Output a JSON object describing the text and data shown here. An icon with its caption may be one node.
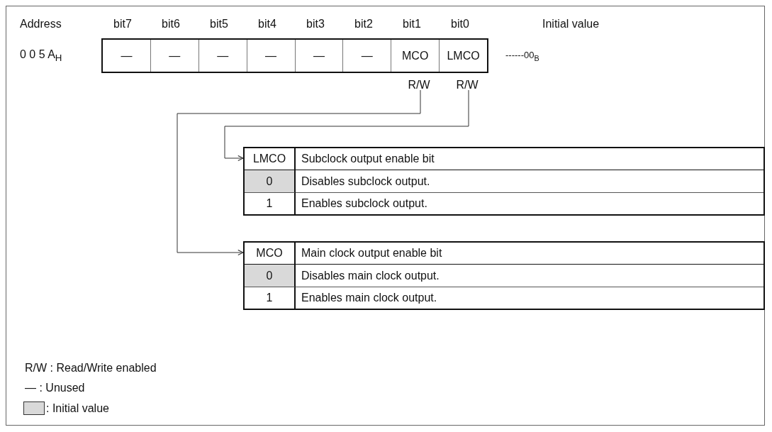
{
  "diagram": {
    "nodes": [
      {
        "text": [
          "—"
        ]
      },
      {
        "text": [
          "—"
        ]
      },
      {
        "text": [
          "—"
        ]
      },
      {
        "text": [
          "—"
        ]
      },
      {
        "text": [
          "—"
        ]
      },
      {
        "text": [
          "—"
        ]
      },
      {
        "text": [
          "MCO"
        ]
      },
      {
        "text": [
          "LMCO"
        ]
      },
      {
        "text": [
          "R/W"
        ]
      },
      {
        "text": [
          "R/W"
        ]
      },
      {
        "text": [
          "LMCO",
          "Subclock output enable bit",
          "0",
          "Disables subclock output.",
          "1",
          "Enables subclock output."
        ]
      },
      {
        "text": [
          "MCO",
          "Main clock output enable bit",
          "0",
          "Disables main clock output.",
          "1",
          "Enables main clock output."
        ]
      }
    ],
    "edges": [
      {
        "from": 8,
        "to": 11,
        "arrow": "to"
      },
      {
        "from": 9,
        "to": 10,
        "arrow": "to"
      }
    ],
    "labels": [
      "Address",
      "bit7",
      "bit6",
      "bit5",
      "bit4",
      "bit3",
      "bit2",
      "bit1",
      "bit0",
      "Initial value",
      "0 0 5 A$_{H}$",
      "------00$_{B}$"
    ],
    "legend": [
      {
        "text": "R/W : Read/Write enabled"
      },
      {
        "text": "— : Unused"
      },
      {
        "text": ": Initial value",
        "color": "#d9d9d9"
      }
    ]
  }
}
